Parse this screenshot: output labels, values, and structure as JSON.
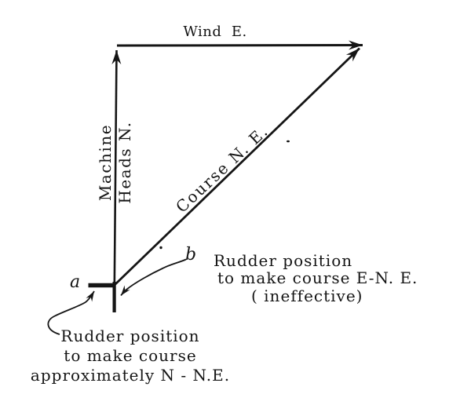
{
  "figure": {
    "description": "Vector diagram of machine heading, wind and resulting course with rudder positions",
    "bg_color": "#ffffff",
    "ink_color": "#151515",
    "labels": {
      "wind": "Wind  E.",
      "machine_line1": "Machine",
      "machine_line2": "Heads N.",
      "course": "Course N. E.",
      "point_a": "a",
      "point_b": "b",
      "note_b_line1": "Rudder position",
      "note_b_line2": "to make course E-N. E.",
      "note_b_line3": "( ineffective)",
      "note_a_line1": "Rudder position",
      "note_a_line2": "to make course",
      "note_a_line3": "approximately N - N.E."
    }
  }
}
